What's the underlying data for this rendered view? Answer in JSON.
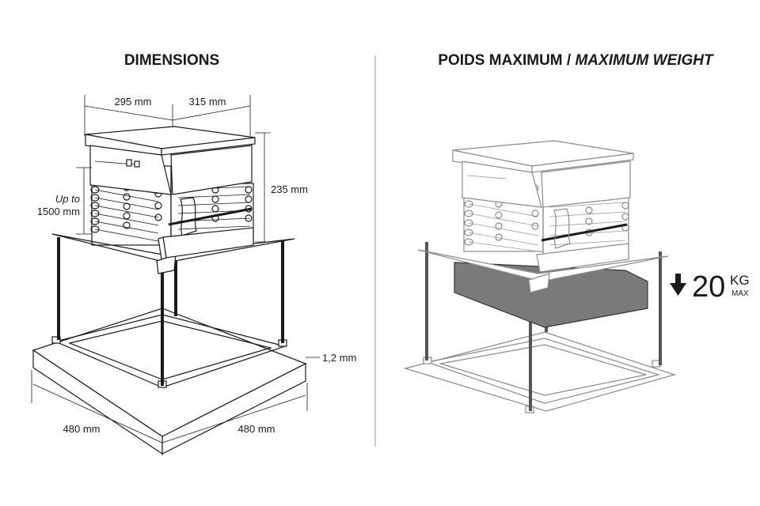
{
  "left": {
    "title": "DIMENSIONS",
    "labels": {
      "width_top_left": "295 mm",
      "width_top_right": "315 mm",
      "height": "235 mm",
      "travel_line1": "Up to",
      "travel_line2": "1500 mm",
      "thickness": "1,2 mm",
      "base_left": "480 mm",
      "base_right": "480 mm"
    }
  },
  "right": {
    "title_plain": "POIDS MAXIMUM / ",
    "title_italic": "MAXIMUM WEIGHT",
    "weight_value": "20",
    "weight_unit": "KG",
    "weight_suffix": "MAX",
    "arrow_icon": "down-arrow-icon"
  },
  "colors": {
    "line": "#1a1a1a",
    "faded_line": "#8a8a8a",
    "load_box": "#7a7a7a"
  }
}
